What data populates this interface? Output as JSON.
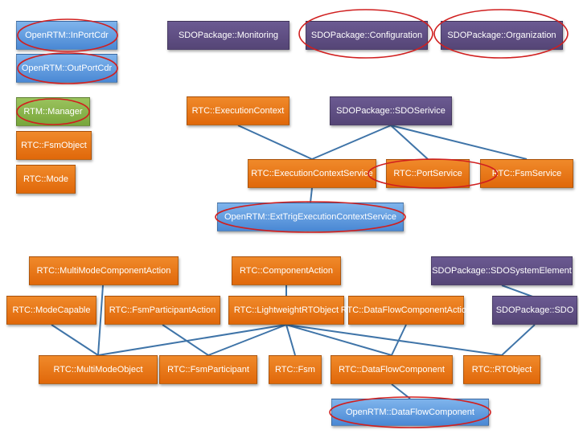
{
  "colors": {
    "orange": "#e8771a",
    "purple": "#5e4e83",
    "blue": "#5b98de",
    "green": "#88b44c",
    "connector": "#3f74a8",
    "highlight_ellipse": "#d01f1f"
  },
  "nodes": {
    "inportcdr": "OpenRTM::InPortCdr",
    "outportcdr": "OpenRTM::OutPortCdr",
    "manager": "RTM::Manager",
    "fsmobject": "RTC::FsmObject",
    "mode": "RTC::Mode",
    "monitoring": "SDOPackage::Monitoring",
    "configuration": "SDOPackage::Configuration",
    "organization": "SDOPackage::Organization",
    "executioncontext": "RTC::ExecutionContext",
    "sdoservice": "SDOPackage::SDOSerivice",
    "ecservice": "RTC::ExecutionContextService",
    "portservice": "RTC::PortService",
    "fsmservice": "RTC::FsmService",
    "exttrig": "OpenRTM::ExtTrigExecutionContextService",
    "multimodecomponentaction": "RTC::MultiModeComponentAction",
    "componentaction": "RTC::ComponentAction",
    "sdosystemelement": "SDOPackage::SDOSystemElement",
    "modecapable": "RTC::ModeCapable",
    "fsmparticipantaction": "RTC::FsmParticipantAction",
    "lightweightrtobject": "RTC::LightweightRTObject",
    "dataflowcomponentaction": "RTC::DataFlowComponentAction",
    "sdo": "SDOPackage::SDO",
    "multimodeobject": "RTC::MultiModeObject",
    "fsmparticipant": "RTC::FsmParticipant",
    "fsm": "RTC::Fsm",
    "dataflowcomponent": "RTC::DataFlowComponent",
    "rtobject": "RTC::RTObject",
    "openrtm_dataflowcomponent": "OpenRTM::DataFlowComponent"
  }
}
